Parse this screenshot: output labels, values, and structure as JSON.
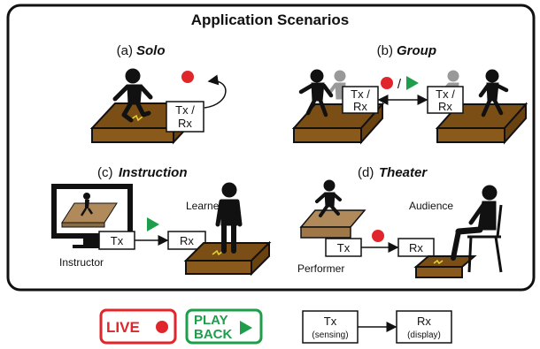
{
  "title": "Application Scenarios",
  "scenarios": {
    "solo": {
      "prefix": "(a)",
      "name": "Solo",
      "box": [
        "Tx /",
        "Rx"
      ]
    },
    "group": {
      "prefix": "(b)",
      "name": "Group",
      "box_left": [
        "Tx /",
        "Rx"
      ],
      "box_right": [
        "Tx /",
        "Rx"
      ],
      "slash": "/"
    },
    "instruction": {
      "prefix": "(c)",
      "name": "Instruction",
      "tx": "Tx",
      "rx": "Rx",
      "learner": "Learner",
      "instructor": "Instructor"
    },
    "theater": {
      "prefix": "(d)",
      "name": "Theater",
      "tx": "Tx",
      "rx": "Rx",
      "audience": "Audience",
      "performer": "Performer"
    }
  },
  "legend": {
    "live": "LIVE",
    "playback_line1": "PLAY",
    "playback_line2": "BACK",
    "tx": "Tx",
    "tx_sub": "(sensing)",
    "rx": "Rx",
    "rx_sub": "(display)"
  },
  "colors": {
    "live": "#e0262a",
    "playback": "#1e9e4b",
    "platform": "#8a5a1c",
    "platform_top": "#7a4e14",
    "platform_light": "#b08a5a"
  }
}
